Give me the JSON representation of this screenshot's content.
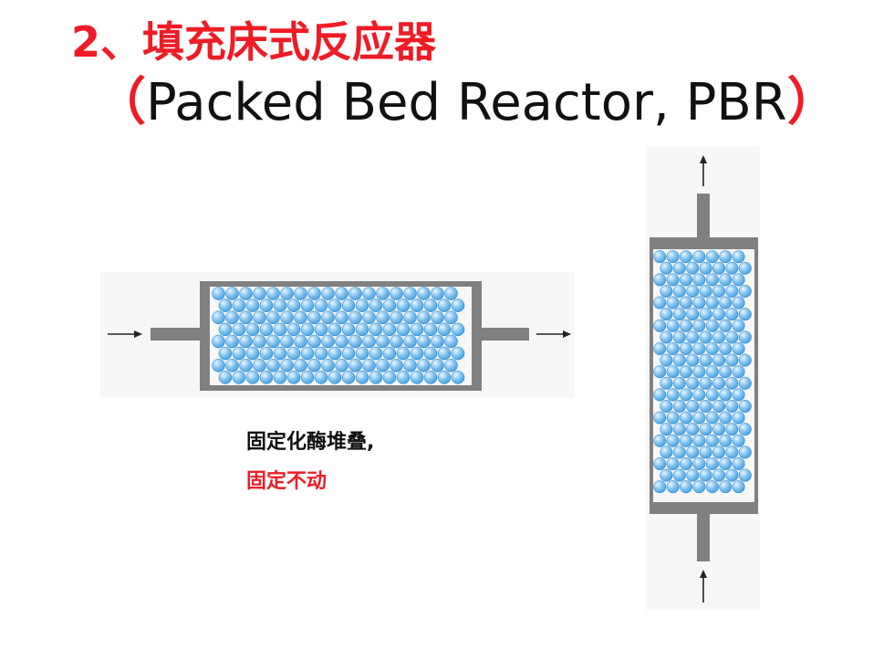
{
  "slide": {
    "heading": "2、填充床式反应器",
    "subheading_open": "（",
    "subheading": "Packed Bed Reactor, PBR",
    "subheading_close": "）",
    "caption_line1": "固定化酶堆叠,",
    "caption_line2": "固定不动"
  },
  "colors": {
    "heading": "#ee1c25",
    "frame": "#808080",
    "bead": "#3b9be0",
    "bead_highlight": "#e8f6ff",
    "arrow": "#222222"
  },
  "diagrams": {
    "horizontal": {
      "name": "horizontal-packed-bed-reactor",
      "flow": "left-to-right"
    },
    "vertical": {
      "name": "vertical-packed-bed-reactor",
      "flow": "bottom-to-top"
    }
  }
}
